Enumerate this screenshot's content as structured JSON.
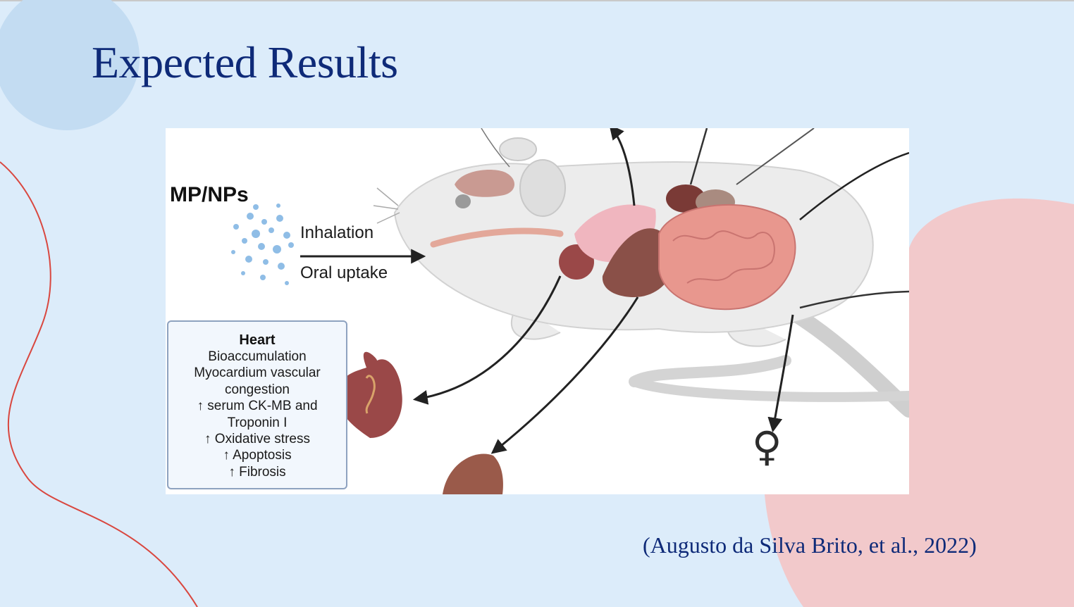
{
  "slide": {
    "title": "Expected Results",
    "citation": "(Augusto da Silva Brito, et al., 2022)"
  },
  "figure": {
    "exposure_label": "MP/NPs",
    "routes": [
      "Inhalation",
      "Oral uptake"
    ],
    "heart_box": {
      "title": "Heart",
      "items": [
        "Bioaccumulation",
        "Myocardium vascular",
        "congestion",
        "↑ serum CK-MB and",
        "Troponin I",
        "↑ Oxidative stress",
        "↑ Apoptosis",
        "↑ Fibrosis"
      ]
    },
    "female_symbol": "♀"
  },
  "colors": {
    "background": "#dcecfa",
    "title": "#0e2a78",
    "pink_blob": "#f2c9cb",
    "accent_curve": "#d9473f"
  }
}
